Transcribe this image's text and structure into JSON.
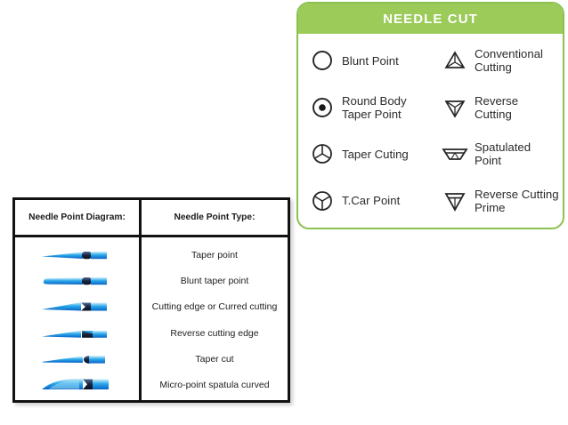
{
  "colors": {
    "card_border": "#8cc152",
    "card_header_bg": "#9ccb5a",
    "card_header_text": "#ffffff",
    "table_border": "#111111",
    "needle_blue_dark": "#0b63c5",
    "needle_blue_mid": "#2aa8ea",
    "needle_blue_light": "#b8e4f7",
    "needle_hub_dark": "#1b2a4a"
  },
  "needle_cut_card": {
    "title": "NEEDLE CUT",
    "items": [
      {
        "icon": "blunt-point-circle-icon",
        "label": "Blunt Point",
        "column": 1,
        "row": 1
      },
      {
        "icon": "conventional-cutting-triangle-icon",
        "label": "Conventional\nCutting",
        "column": 2,
        "row": 1
      },
      {
        "icon": "round-body-taper-point-icon",
        "label": "Round Body\nTaper Point",
        "column": 1,
        "row": 2
      },
      {
        "icon": "reverse-cutting-triangle-icon",
        "label": "Reverse\nCutting",
        "column": 2,
        "row": 2
      },
      {
        "icon": "taper-cuting-spoke-icon",
        "label": "Taper Cuting",
        "column": 1,
        "row": 3
      },
      {
        "icon": "spatulated-point-trapezoid-icon",
        "label": "Spatulated\n Point",
        "column": 2,
        "row": 3
      },
      {
        "icon": "t-car-point-spoke-icon",
        "label": "T.Car Point",
        "column": 1,
        "row": 4
      },
      {
        "icon": "reverse-cutting-prime-triangle-icon",
        "label": "Reverse Cutting\nPrime",
        "column": 2,
        "row": 4
      }
    ]
  },
  "needle_point_table": {
    "headers": {
      "diagram": "Needle Point Diagram:",
      "type": "Needle Point Type:"
    },
    "rows": [
      {
        "diagram": "taper-point-needle-diagram",
        "type": "Taper point"
      },
      {
        "diagram": "blunt-taper-point-needle-diagram",
        "type": "Blunt taper point"
      },
      {
        "diagram": "cutting-edge-needle-diagram",
        "type": "Cutting edge or Curred cutting"
      },
      {
        "diagram": "reverse-cutting-edge-needle-diagram",
        "type": "Reverse cutting edge"
      },
      {
        "diagram": "taper-cut-needle-diagram",
        "type": "Taper cut"
      },
      {
        "diagram": "micro-point-spatula-curved-needle-diagram",
        "type": "Micro-point spatula curved"
      }
    ]
  }
}
